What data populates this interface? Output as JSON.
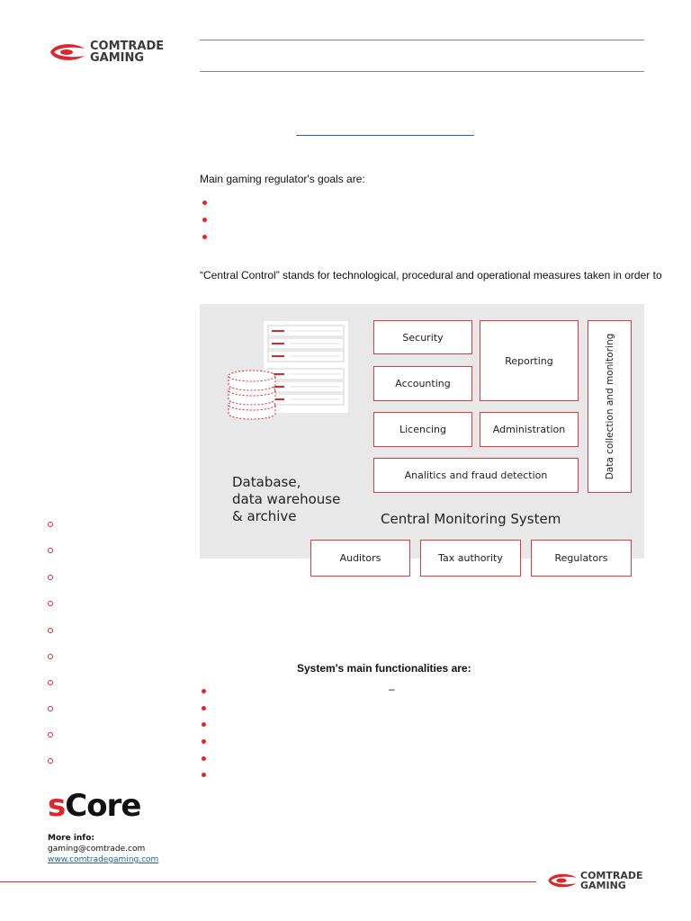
{
  "header": {
    "brand_line1": "COMTRADE",
    "brand_line2": "GAMING"
  },
  "intro": {
    "goals_label": "Main gaming regulator's goals are:",
    "central_control_text": "“Central Control” stands for technological, procedural and operational measures taken in order to"
  },
  "diagram": {
    "modules": {
      "security": "Security",
      "reporting": "Reporting",
      "accounting": "Accounting",
      "licencing": "Licencing",
      "administration": "Administration",
      "analytics": "Analitics and fraud detection",
      "data_collection": "Data collection and monitoring"
    },
    "database_label": [
      "Database,",
      "data warehouse",
      "& archive"
    ],
    "system_label": "Central Monitoring System",
    "stakeholders": [
      "Auditors",
      "Tax authority",
      "Regulators"
    ]
  },
  "functionalities": {
    "label": "System's main functionalities are:",
    "dash": "–"
  },
  "sidebar": {
    "product_logo_prefix": "s",
    "product_logo_rest": "Core",
    "more_info_label": "More info:",
    "email": "gaming@comtrade.com",
    "website": "www.comtradegaming.com"
  },
  "footer": {
    "brand_line1": "COMTRADE",
    "brand_line2": "GAMING"
  },
  "colors": {
    "accent_red": "#e0262b",
    "link_blue": "#1f5fb8",
    "diagram_bg": "#e8e8e8"
  }
}
